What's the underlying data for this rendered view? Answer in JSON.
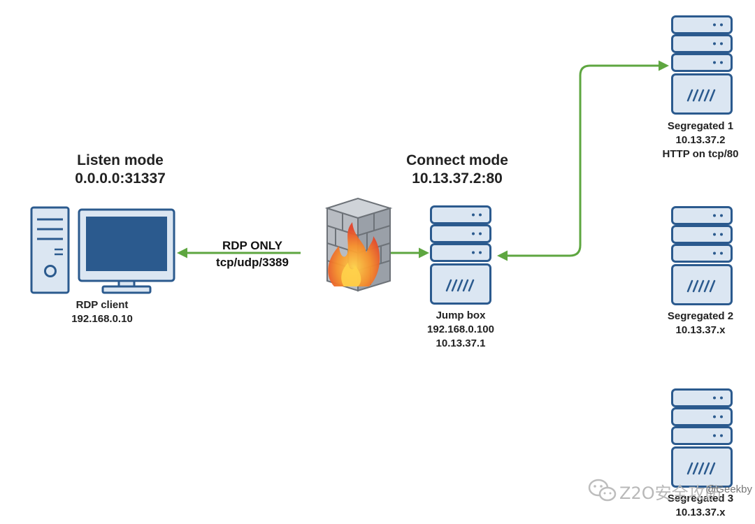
{
  "headings": {
    "listen_title": "Listen mode",
    "listen_addr": "0.0.0.0:31337",
    "connect_title": "Connect mode",
    "connect_addr": "10.13.37.2:80"
  },
  "link_label": {
    "line1": "RDP ONLY",
    "line2": "tcp/udp/3389"
  },
  "nodes": {
    "rdp_client": {
      "name": "RDP client",
      "ip": "192.168.0.10",
      "icon": "desktop-computer-icon"
    },
    "firewall": {
      "icon": "firewall-icon"
    },
    "jump_box": {
      "name": "Jump box",
      "ip1": "192.168.0.100",
      "ip2": "10.13.37.1",
      "icon": "server-icon"
    },
    "segregated_1": {
      "name": "Segregated 1",
      "ip": "10.13.37.2",
      "service": "HTTP on tcp/80",
      "icon": "server-icon"
    },
    "segregated_2": {
      "name": "Segregated 2",
      "ip": "10.13.37.x",
      "icon": "server-icon"
    },
    "segregated_3": {
      "name": "Segregated 3",
      "ip": "10.13.37.x",
      "icon": "server-icon"
    }
  },
  "watermark": {
    "text": "Z2O安全攻防",
    "handle": "@Geekby",
    "icon": "wechat-icon"
  },
  "colors": {
    "arrow": "#5ea640",
    "device_fill": "#dbe6f2",
    "device_stroke": "#2b5a8e",
    "screen": "#2b5a8e",
    "brick": "#8f949c"
  }
}
